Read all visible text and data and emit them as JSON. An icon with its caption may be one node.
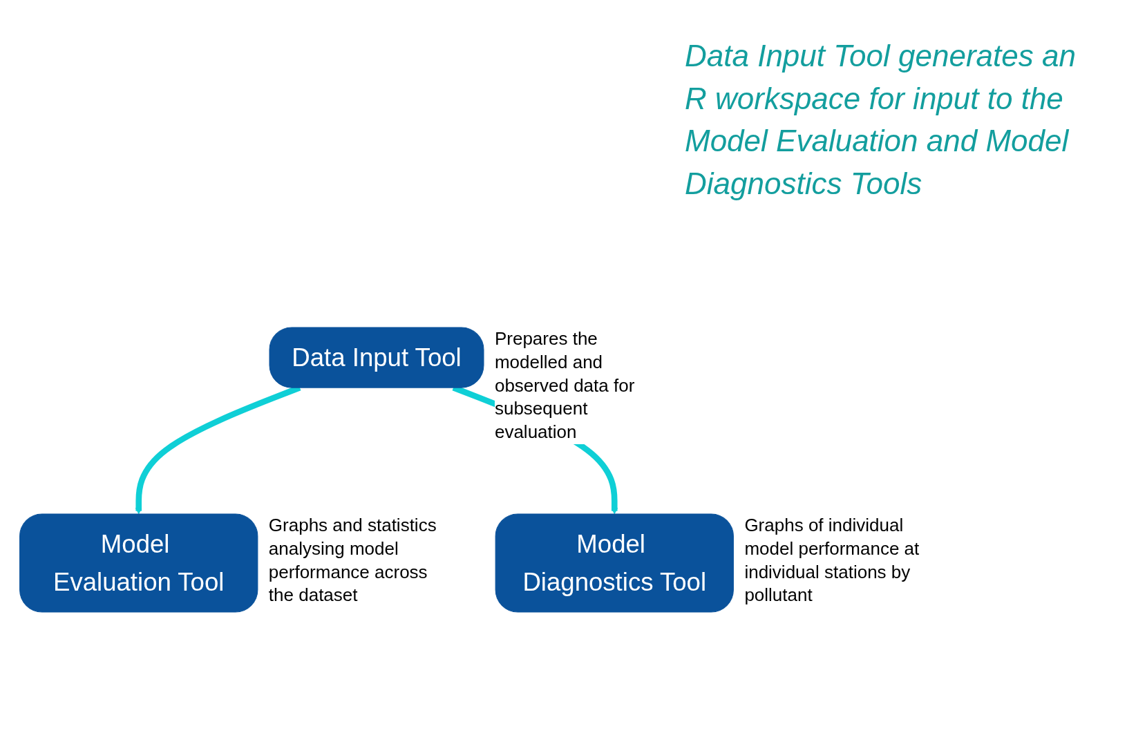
{
  "diagram": {
    "nodes": [
      {
        "text": [
          "Data Input Tool"
        ],
        "beside": [
          "Prepares the modelled and observed data for subsequent evaluation"
        ]
      },
      {
        "text": [
          "Model Evaluation Tool"
        ],
        "beside": [
          "Graphs and statistics analysing model performance across the dataset"
        ]
      },
      {
        "text": [
          "Model Diagnostics Tool"
        ],
        "beside": [
          "Graphs of individual model performance at individual stations by pollutant"
        ]
      }
    ],
    "edges": [
      {
        "from": 0,
        "to": 1,
        "arrow": "to",
        "color": "#0fcfd6"
      },
      {
        "from": 0,
        "to": 2,
        "arrow": "to",
        "color": "#0fcfd6"
      }
    ],
    "labels": [
      "Data Input Tool generates an R workspace for input to the Model Evaluation and Model Diagnostics Tools"
    ]
  }
}
